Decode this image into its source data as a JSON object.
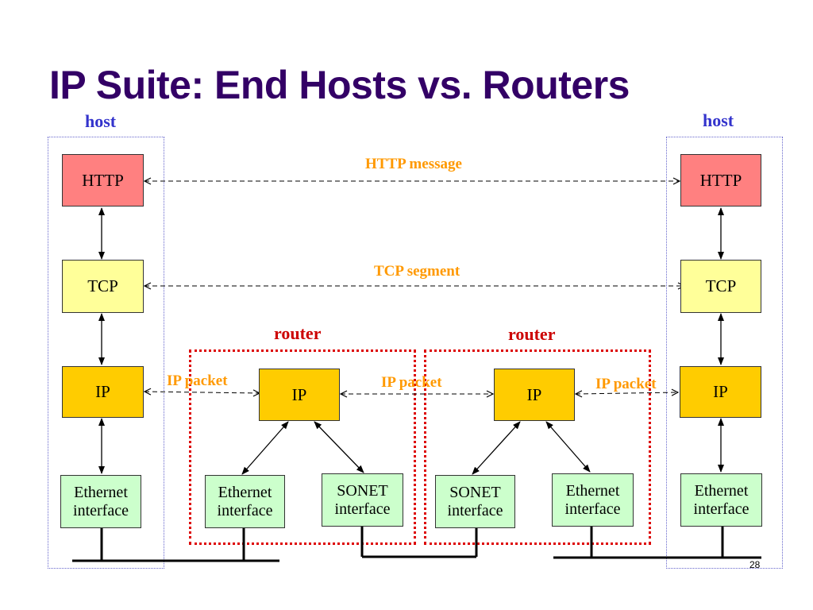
{
  "title": "IP Suite: End Hosts vs. Routers",
  "labels": {
    "host_left": "host",
    "host_right": "host",
    "router_left": "router",
    "router_right": "router",
    "http_message": "HTTP message",
    "tcp_segment": "TCP segment",
    "ip_packet_1": "IP packet",
    "ip_packet_2": "IP packet",
    "ip_packet_3": "IP packet"
  },
  "left_host": {
    "http": "HTTP",
    "tcp": "TCP",
    "ip": "IP",
    "eth_line1": "Ethernet",
    "eth_line2": "interface"
  },
  "router1": {
    "ip": "IP",
    "if1_line1": "Ethernet",
    "if1_line2": "interface",
    "if2_line1": "SONET",
    "if2_line2": "interface"
  },
  "router2": {
    "ip": "IP",
    "if1_line1": "SONET",
    "if1_line2": "interface",
    "if2_line1": "Ethernet",
    "if2_line2": "interface"
  },
  "right_host": {
    "http": "HTTP",
    "tcp": "TCP",
    "ip": "IP",
    "eth_line1": "Ethernet",
    "eth_line2": "interface"
  },
  "page_number": "28",
  "colors": {
    "title": "#330066",
    "host_label": "#3333cc",
    "router_label": "#cc0000",
    "message_label": "#ff9900",
    "http_box": "#ff8080",
    "tcp_box": "#ffff99",
    "ip_box": "#ffcc00",
    "interface_box": "#ccffcc"
  }
}
